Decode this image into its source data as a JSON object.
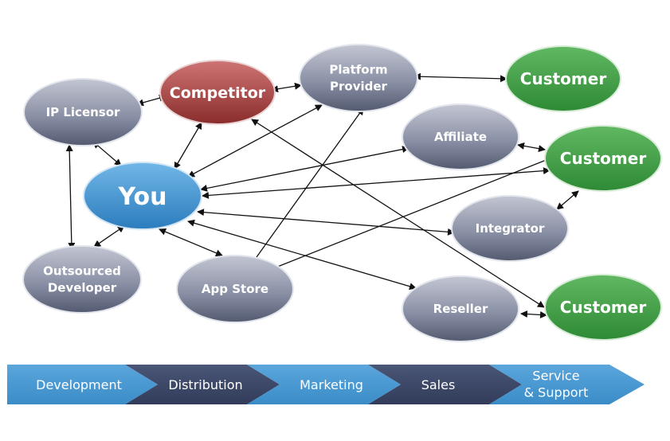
{
  "nodes": {
    "ip_licensor": {
      "lines": [
        "IP Licensor"
      ]
    },
    "competitor": {
      "lines": [
        "Competitor"
      ]
    },
    "platform_provider": {
      "lines": [
        "Platform",
        "Provider"
      ]
    },
    "customer_1": {
      "lines": [
        "Customer"
      ]
    },
    "affiliate": {
      "lines": [
        "Affiliate"
      ]
    },
    "customer_2": {
      "lines": [
        "Customer"
      ]
    },
    "you": {
      "lines": [
        "You"
      ]
    },
    "integrator": {
      "lines": [
        "Integrator"
      ]
    },
    "outsourced_developer": {
      "lines": [
        "Outsourced",
        "Developer"
      ]
    },
    "app_store": {
      "lines": [
        "App Store"
      ]
    },
    "reseller": {
      "lines": [
        "Reseller"
      ]
    },
    "customer_3": {
      "lines": [
        "Customer"
      ]
    }
  },
  "value_chain": [
    {
      "lines": [
        "Development"
      ]
    },
    {
      "lines": [
        "Distribution"
      ]
    },
    {
      "lines": [
        "Marketing"
      ]
    },
    {
      "lines": [
        "Sales"
      ]
    },
    {
      "lines": [
        "Service",
        "& Support"
      ]
    }
  ],
  "colors": {
    "gray_node_light": "#b6bac8",
    "gray_node_dark": "#5a6279",
    "competitor_light": "#c96a6a",
    "competitor_dark": "#8c2f2f",
    "customer_light": "#6ac06a",
    "customer_dark": "#2f8a36",
    "you_light": "#6fb4e6",
    "you_dark": "#2f7fc0",
    "chevron_light": "#5aa3d8",
    "chevron_dark": "#3d4a6d"
  }
}
